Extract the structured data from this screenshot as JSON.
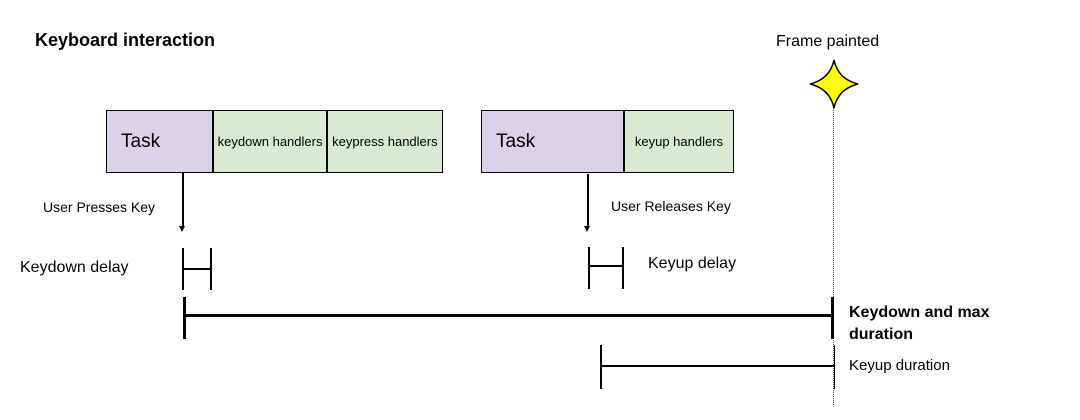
{
  "title": "Keyboard interaction",
  "frame_marker": {
    "label": "Frame painted",
    "icon": "star-icon"
  },
  "keydown_group": {
    "task_label": "Task",
    "handlers": [
      "keydown handlers",
      "keypress handlers"
    ],
    "event_label": "User Presses Key",
    "delay_label": "Keydown delay",
    "duration_label": "Keydown and max duration"
  },
  "keyup_group": {
    "task_label": "Task",
    "handlers": [
      "keyup handlers"
    ],
    "event_label": "User Releases Key",
    "delay_label": "Keyup delay",
    "duration_label": "Keyup duration"
  },
  "colors": {
    "task_fill": "#d9d2e9",
    "handlers_fill": "#d9ead3",
    "star_fill": "#ffff00",
    "outline": "#000000",
    "background": "#ffffff"
  }
}
